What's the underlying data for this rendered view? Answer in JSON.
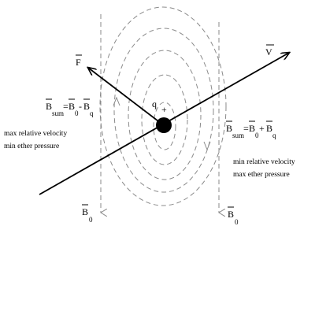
{
  "labels": {
    "force": "F",
    "velocity": "V",
    "charge": "q",
    "charge_sign": "+",
    "bsum_left": {
      "main": "B",
      "sub": "sum",
      "eq": "=",
      "b0": "B",
      "b0_sub": "0",
      "op": "-",
      "bq": "B",
      "bq_sub": "q"
    },
    "bsum_right": {
      "main": "B",
      "sub": "sum",
      "eq": "=",
      "b0": "B",
      "b0_sub": "0",
      "op": "+",
      "bq": "B",
      "bq_sub": "q"
    },
    "b0_left": {
      "main": "B",
      "sub": "0"
    },
    "b0_right": {
      "main": "B",
      "sub": "0"
    }
  },
  "notes": {
    "left_line1": "max relative velocity",
    "left_line2": "min ether pressure",
    "right_line1": "min relative velocity",
    "right_line2": "max ether pressure"
  },
  "colors": {
    "ink": "#000000",
    "field_lines": "#8a8a8a"
  }
}
